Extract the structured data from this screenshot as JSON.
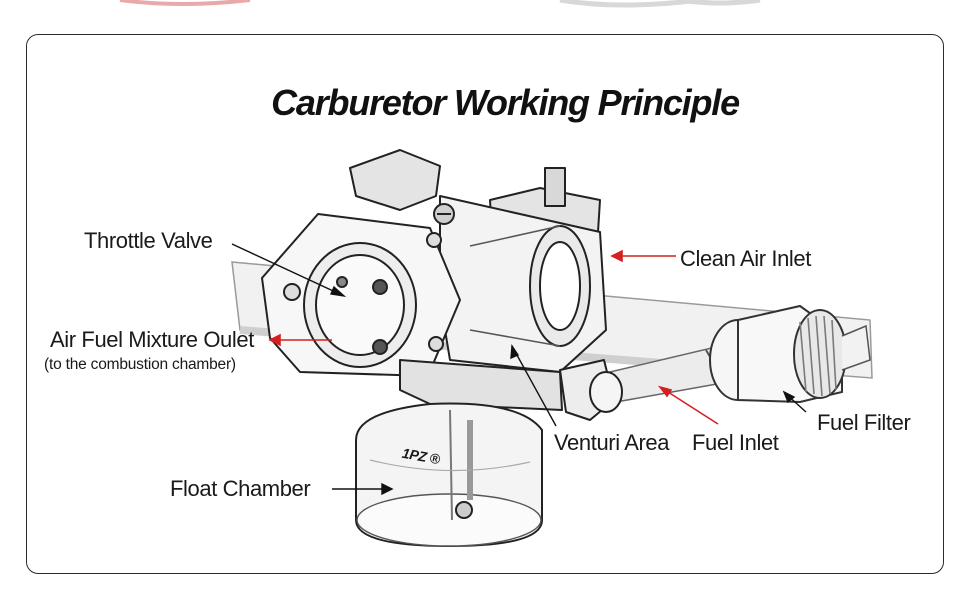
{
  "title": "Carburetor Working Principle",
  "brand_mark": "1PZ ®",
  "colors": {
    "accent_arrow": "#d42020",
    "line": "#1a1a1a",
    "frame": "#2b2b2b"
  },
  "labels": {
    "throttle_valve": "Throttle Valve",
    "air_fuel_mixture_outlet": "Air Fuel Mixture Oulet",
    "air_fuel_mixture_note": "(to the combustion  chamber)",
    "clean_air_inlet": "Clean Air Inlet",
    "fuel_filter": "Fuel Filter",
    "venturi_area": "Venturi Area",
    "fuel_inlet": "Fuel Inlet",
    "float_chamber": "Float Chamber"
  }
}
